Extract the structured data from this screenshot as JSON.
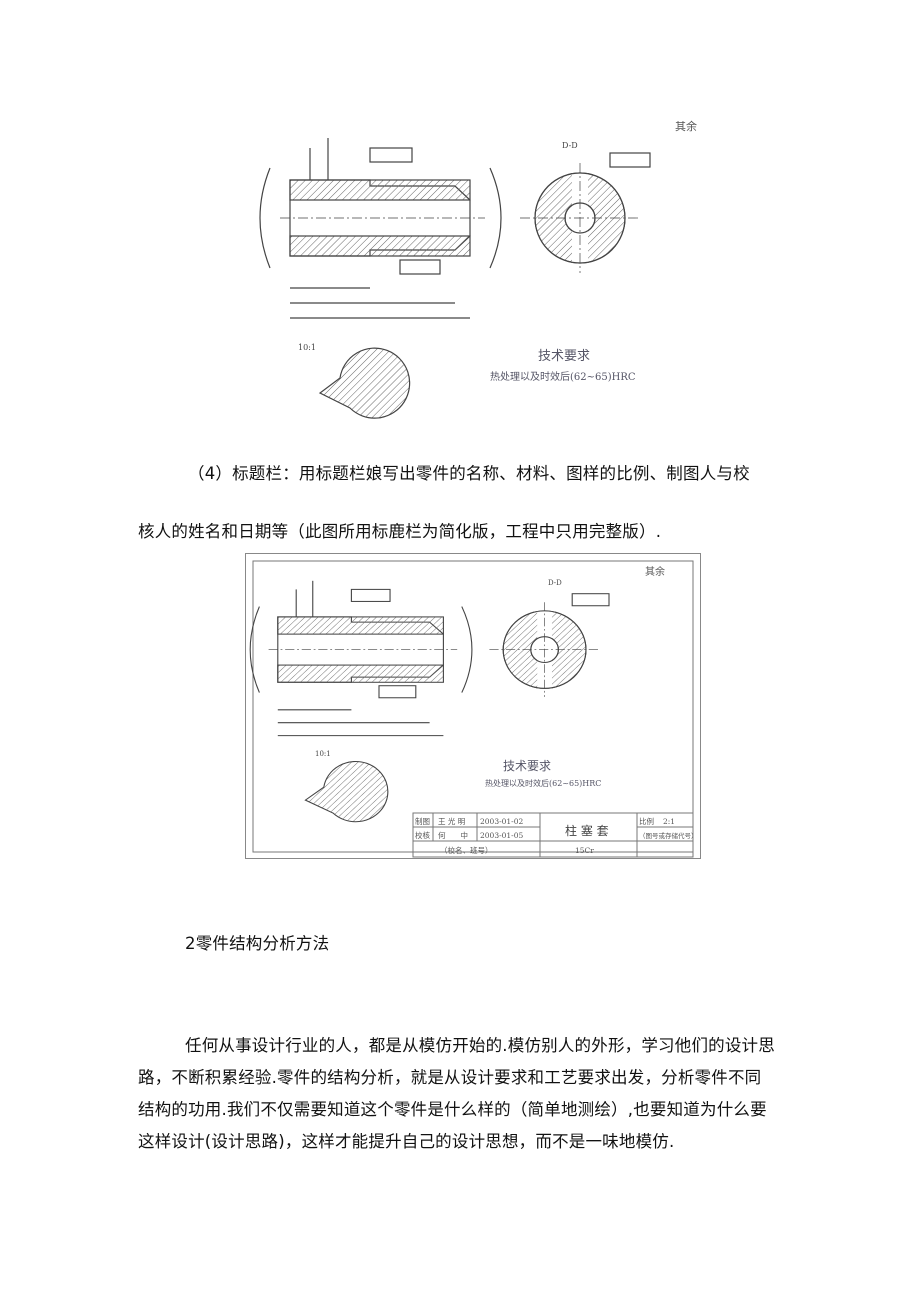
{
  "figure1": {
    "surface_note": "其余",
    "section_label": "D-D",
    "detail_scale": "10:1",
    "tech_req_title": "技术要求",
    "tech_req_text": "热处理以及时效后(62~65)HRC"
  },
  "paragraph_4": {
    "line1": "（4）标题栏：用标题栏娘写出零件的名称、材料、图样的比例、制图人与校",
    "line2": "核人的姓名和日期等（此图所用标鹿栏为简化版，工程中只用完整版）."
  },
  "figure2": {
    "surface_note": "其余",
    "section_label": "D-D",
    "detail_scale": "10:1",
    "tech_req_title": "技术要求",
    "tech_req_text": "热处理以及时效后(62~65)HRC",
    "title_block": {
      "drawn_label": "制图",
      "drawn_name": "王 光 明",
      "drawn_date": "2003-01-02",
      "checked_label": "校核",
      "checked_name": "何　　中",
      "checked_date": "2003-01-05",
      "school": "（校名、班号）",
      "part_name": "柱 塞 套",
      "material": "15Cr",
      "scale_label": "比例",
      "scale_value": "2:1",
      "drawing_no": "（图号或存储代号）"
    }
  },
  "section2": {
    "heading": "2零件结构分析方法",
    "body": [
      "任何从事设计行业的人，都是从模仿开始的.模仿别人的外形，学习他们的设计思",
      "路，不断积累经验.零件的结构分析，就是从设计要求和工艺要求出发，分析零件不同",
      "结构的功用.我们不仅需要知道这个零件是什么样的（简单地测绘）,也要知道为什么要",
      "这样设计(设计思路)，这样才能提升自己的设计思想，而不是一味地模仿."
    ]
  }
}
